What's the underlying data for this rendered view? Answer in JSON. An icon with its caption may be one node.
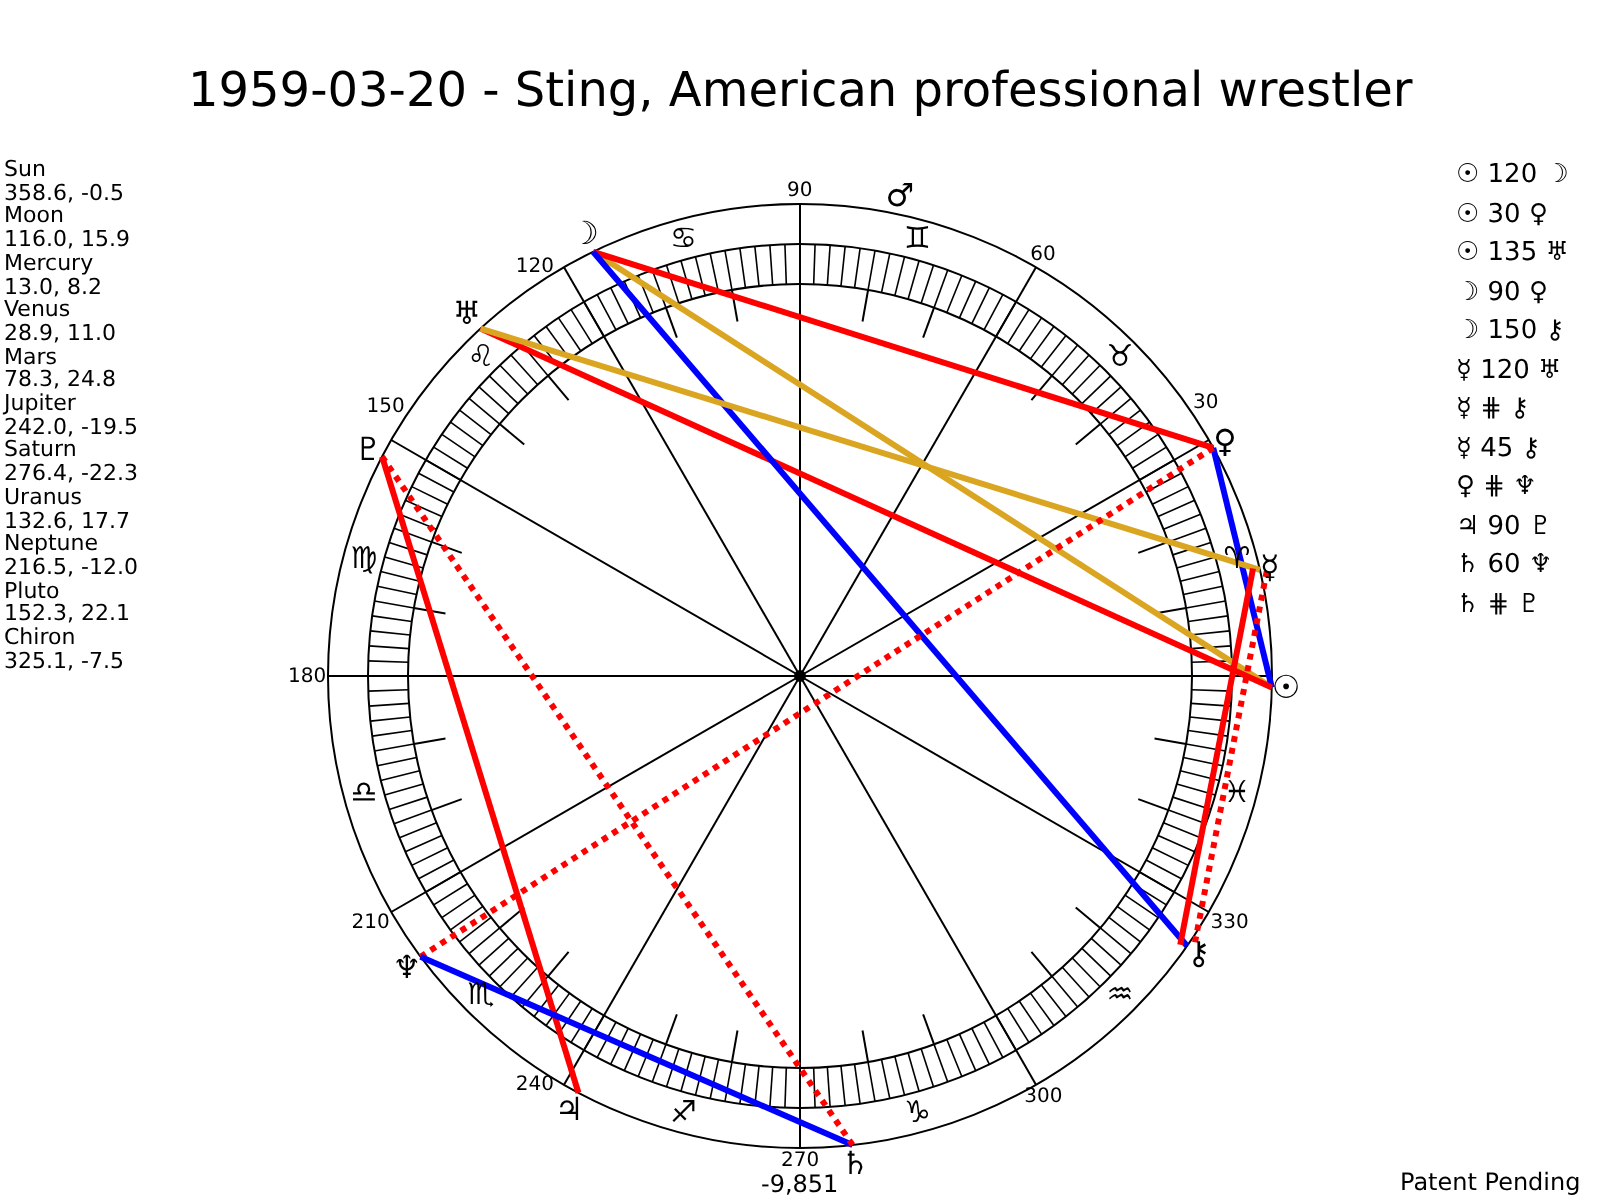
{
  "diagram": {
    "title": "1959-03-20 - Sting, American professional wrestler",
    "nodes": [
      {
        "text": [
          "☉"
        ]
      },
      {
        "text": [
          "☽"
        ]
      },
      {
        "text": [
          "☿"
        ]
      },
      {
        "text": [
          "♀"
        ]
      },
      {
        "text": [
          "♃"
        ]
      },
      {
        "text": [
          "♄"
        ]
      },
      {
        "text": [
          "♅"
        ]
      },
      {
        "text": [
          "♆"
        ]
      },
      {
        "text": [
          "♇"
        ]
      },
      {
        "text": [
          "⚷"
        ]
      }
    ],
    "edges": [
      {
        "from": 0,
        "to": 1,
        "arrow": "none",
        "color": "#daa520"
      },
      {
        "from": 0,
        "to": 3,
        "arrow": "none",
        "color": "#0000ff"
      },
      {
        "from": 0,
        "to": 6,
        "arrow": "none"
      },
      {
        "from": 1,
        "to": 3,
        "arrow": "none"
      },
      {
        "from": 1,
        "to": 9,
        "arrow": "none",
        "color": "#0000ff"
      },
      {
        "from": 2,
        "to": 6,
        "arrow": "none",
        "color": "#daa520"
      },
      {
        "from": 2,
        "to": 9,
        "arrow": "none",
        "style": "dashed"
      },
      {
        "from": 2,
        "to": 9,
        "arrow": "none"
      },
      {
        "from": 3,
        "to": 7,
        "arrow": "none",
        "style": "dashed"
      },
      {
        "from": 4,
        "to": 8,
        "arrow": "none"
      },
      {
        "from": 5,
        "to": 7,
        "arrow": "none",
        "color": "#0000ff"
      },
      {
        "from": 5,
        "to": 8,
        "arrow": "none",
        "style": "dashed"
      }
    ],
    "labels": [
      "Sun",
      "358.6, -0.5",
      "Moon",
      "116.0, 15.9",
      "Mercury",
      "13.0, 8.2",
      "Venus",
      "28.9, 11.0",
      "Mars",
      "78.3, 24.8",
      "Jupiter",
      "242.0, -19.5",
      "Saturn",
      "276.4, -22.3",
      "Uranus",
      "132.6, 17.7",
      "Neptune",
      "216.5, -12.0",
      "Pluto",
      "152.3, 22.1",
      "Chiron",
      "325.1, -7.5",
      "☉ 120 ☽",
      "☉ 30 ♀",
      "☉ 135 ♅",
      "☽ 90 ♀",
      "☽ 150 ⚷",
      "☿ 120 ♅",
      "☿ ⋕ ⚷",
      "☿ 45 ⚷",
      "♀ ⋕ ♆",
      "♃ 90 ♇",
      "♄ 60 ♆",
      "♄ ⋕ ♇",
      "30",
      "60",
      "90",
      "120",
      "150",
      "180",
      "210",
      "240",
      "270",
      "300",
      "330",
      "♈",
      "♉",
      "♊",
      "♋",
      "♌",
      "♍",
      "♎",
      "♏",
      "♐",
      "♑",
      "♒",
      "♓",
      "♂",
      "-9,851",
      "Patent Pending"
    ]
  }
}
